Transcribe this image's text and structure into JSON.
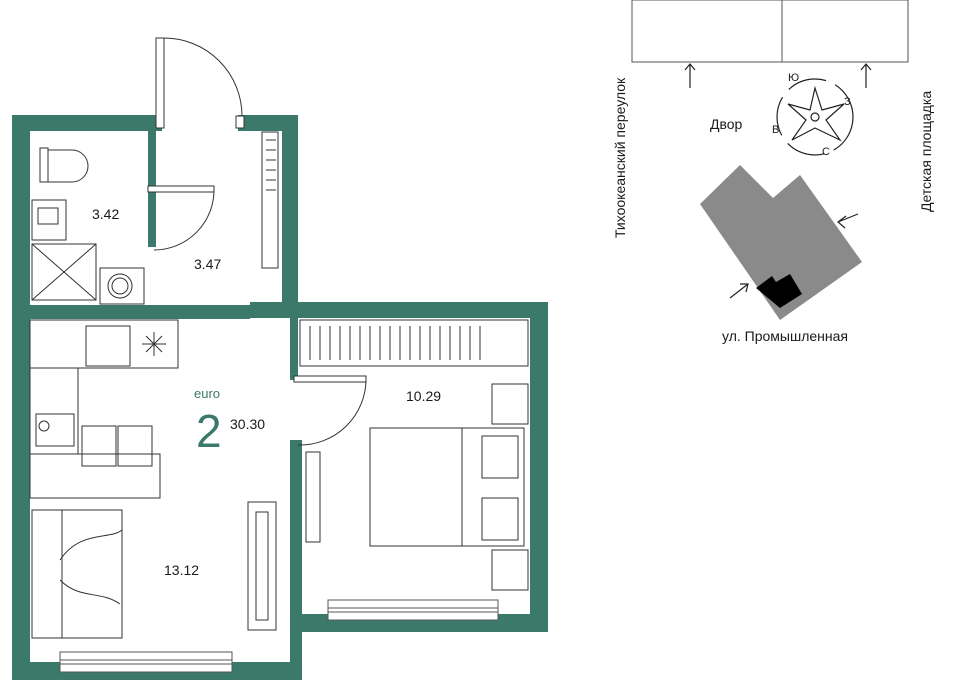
{
  "apartment": {
    "type_label": "euro",
    "rooms": "2",
    "total_area": "30.30"
  },
  "rooms": {
    "bathroom": "3.42",
    "hallway": "3.47",
    "bedroom": "10.29",
    "living_kitchen": "13.12"
  },
  "site_plan": {
    "street_left": "Тихоокеанский переулок",
    "street_right": "Детская площадка",
    "courtyard": "Двор",
    "street_bottom": "ул. Промышленная",
    "compass": {
      "north": "С",
      "south": "Ю",
      "east": "В",
      "west": "З"
    }
  },
  "colors": {
    "wall": "#3b7a6a",
    "building": "#8a8a8a",
    "unit_marker": "#000000",
    "accent_text": "#3b7a6a"
  }
}
